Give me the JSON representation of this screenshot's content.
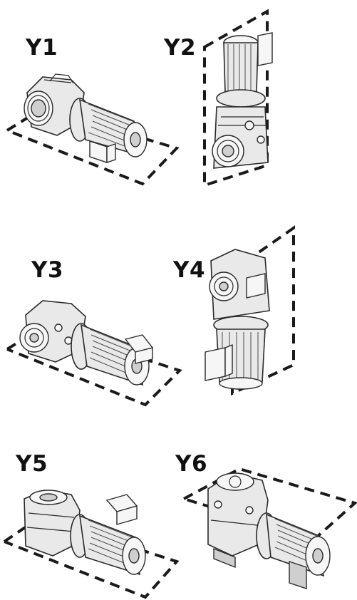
{
  "positions": [
    {
      "id": "Y1",
      "label": "Y1"
    },
    {
      "id": "Y2",
      "label": "Y2"
    },
    {
      "id": "Y3",
      "label": "Y3"
    },
    {
      "id": "Y4",
      "label": "Y4"
    },
    {
      "id": "Y5",
      "label": "Y5"
    },
    {
      "id": "Y6",
      "label": "Y6"
    }
  ],
  "colors": {
    "line": "#1a1a1a",
    "body_fill": "#e9e9e9",
    "background": "#ffffff"
  },
  "icons": [
    "gear-motor-icon",
    "mounting-plane-outline"
  ]
}
